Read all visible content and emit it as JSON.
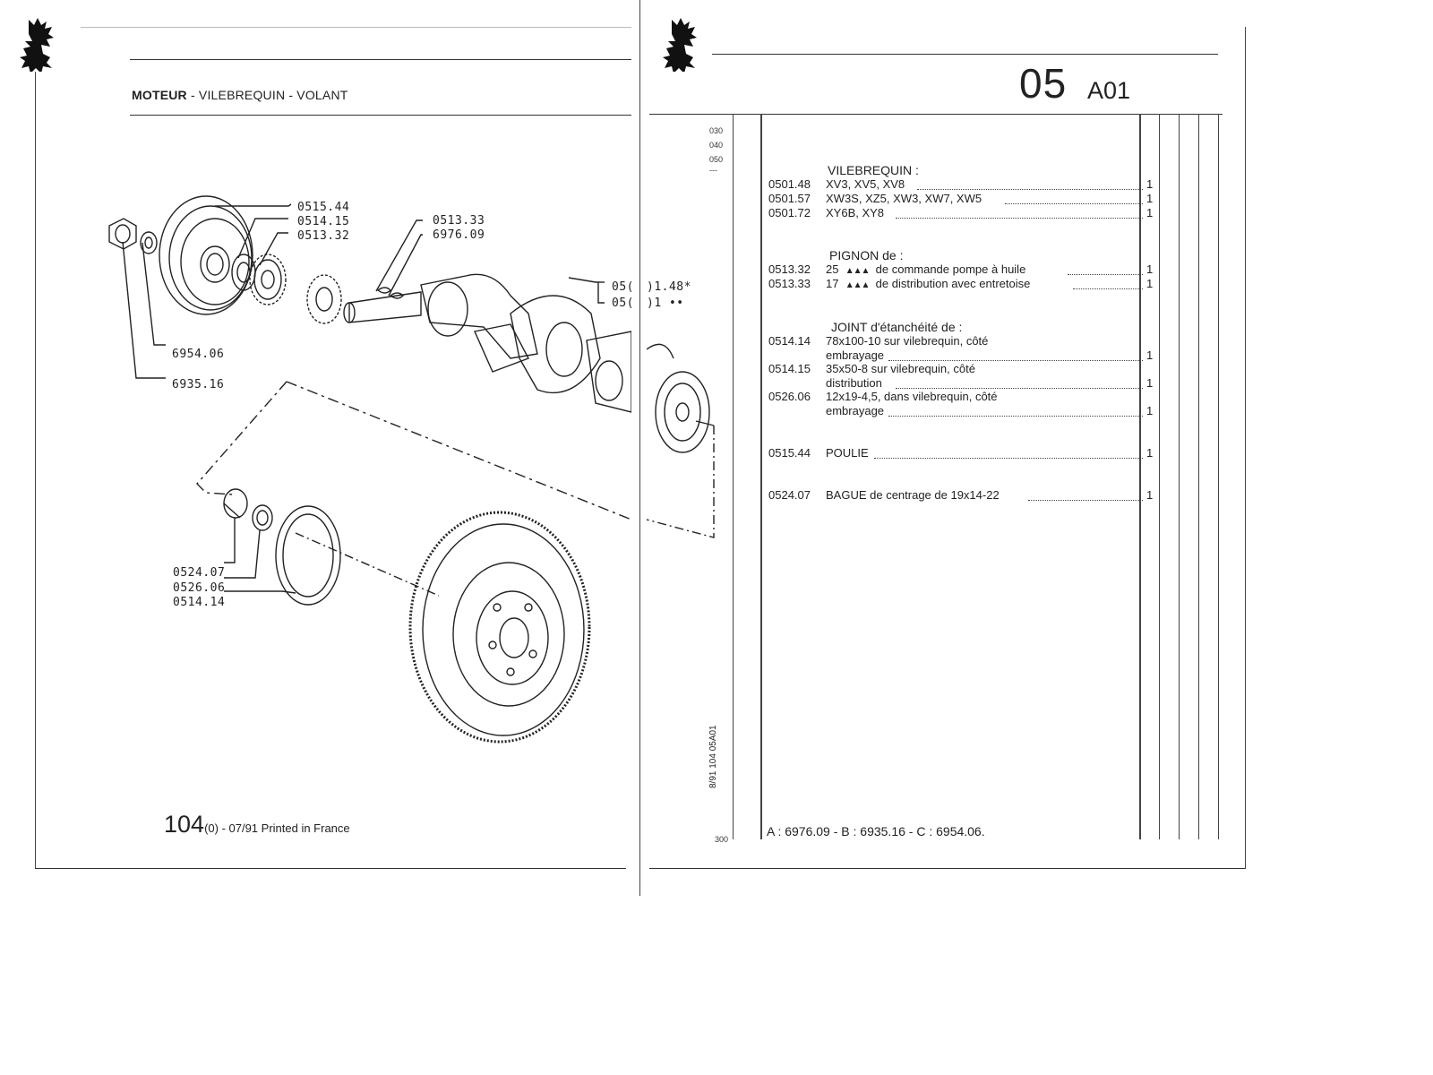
{
  "left_page": {
    "header_bold": "MOTEUR",
    "header_separator": " - ",
    "header_rest": "VILEBREQUIN - VOLANT",
    "callouts": {
      "c051544": "0515.44",
      "c051415": "0514.15",
      "c051332": "0513.32",
      "c051333": "0513.33",
      "c697609": "6976.09",
      "c695406": "6954.06",
      "c693516": "6935.16",
      "c052407": "0524.07",
      "c052606": "0526.06",
      "c051414": "0514.14",
      "clip_a": "05(",
      "clip_b": "05(",
      "clip_c": ")1.48*",
      "clip_d": ")1 ••"
    },
    "footer_page": "104",
    "footer_rest": "(0) - 07/91 Printed in France"
  },
  "right_page": {
    "section_number": "05",
    "section_sub": "A01",
    "margin_numbers": [
      "030",
      "040",
      "050",
      "---"
    ],
    "margin_bottom": "300",
    "vertical_code": "8/91  104  05A01",
    "groups": {
      "vilebrequin_title": "VILEBREQUIN :",
      "pignon_title": "PIGNON de :",
      "joint_title": "JOINT d'étanchéité de :"
    },
    "rows": [
      {
        "ref": "0501.48",
        "text": "XV3, XV5, XV8",
        "qty": "1"
      },
      {
        "ref": "0501.57",
        "text": "XW3S, XZ5, XW3, XW7, XW5",
        "qty": "1"
      },
      {
        "ref": "0501.72",
        "text": "XY6B, XY8",
        "qty": "1"
      },
      {
        "ref": "0513.32",
        "text_a": "25",
        "marks": "▲▲▲",
        "text_b": "de commande pompe à huile",
        "qty": "1"
      },
      {
        "ref": "0513.33",
        "text_a": "17",
        "marks": "▲▲▲",
        "text_b": "de distribution avec entretoise",
        "qty": "1"
      },
      {
        "ref": "0514.14",
        "line1": "78x100-10 sur vilebrequin, côté",
        "line2": "embrayage",
        "qty": "1"
      },
      {
        "ref": "0514.15",
        "line1": "35x50-8 sur vilebrequin, côté",
        "line2": "distribution",
        "qty": "1"
      },
      {
        "ref": "0526.06",
        "line1": "12x19-4,5, dans vilebrequin, côté",
        "line2": "embrayage",
        "qty": "1"
      },
      {
        "ref": "0515.44",
        "text": "POULIE",
        "qty": "1"
      },
      {
        "ref": "0524.07",
        "text": "BAGUE de centrage de 19x14-22",
        "qty": "1"
      }
    ],
    "bottom_note": "A : 6976.09 - B : 6935.16 - C : 6954.06."
  }
}
